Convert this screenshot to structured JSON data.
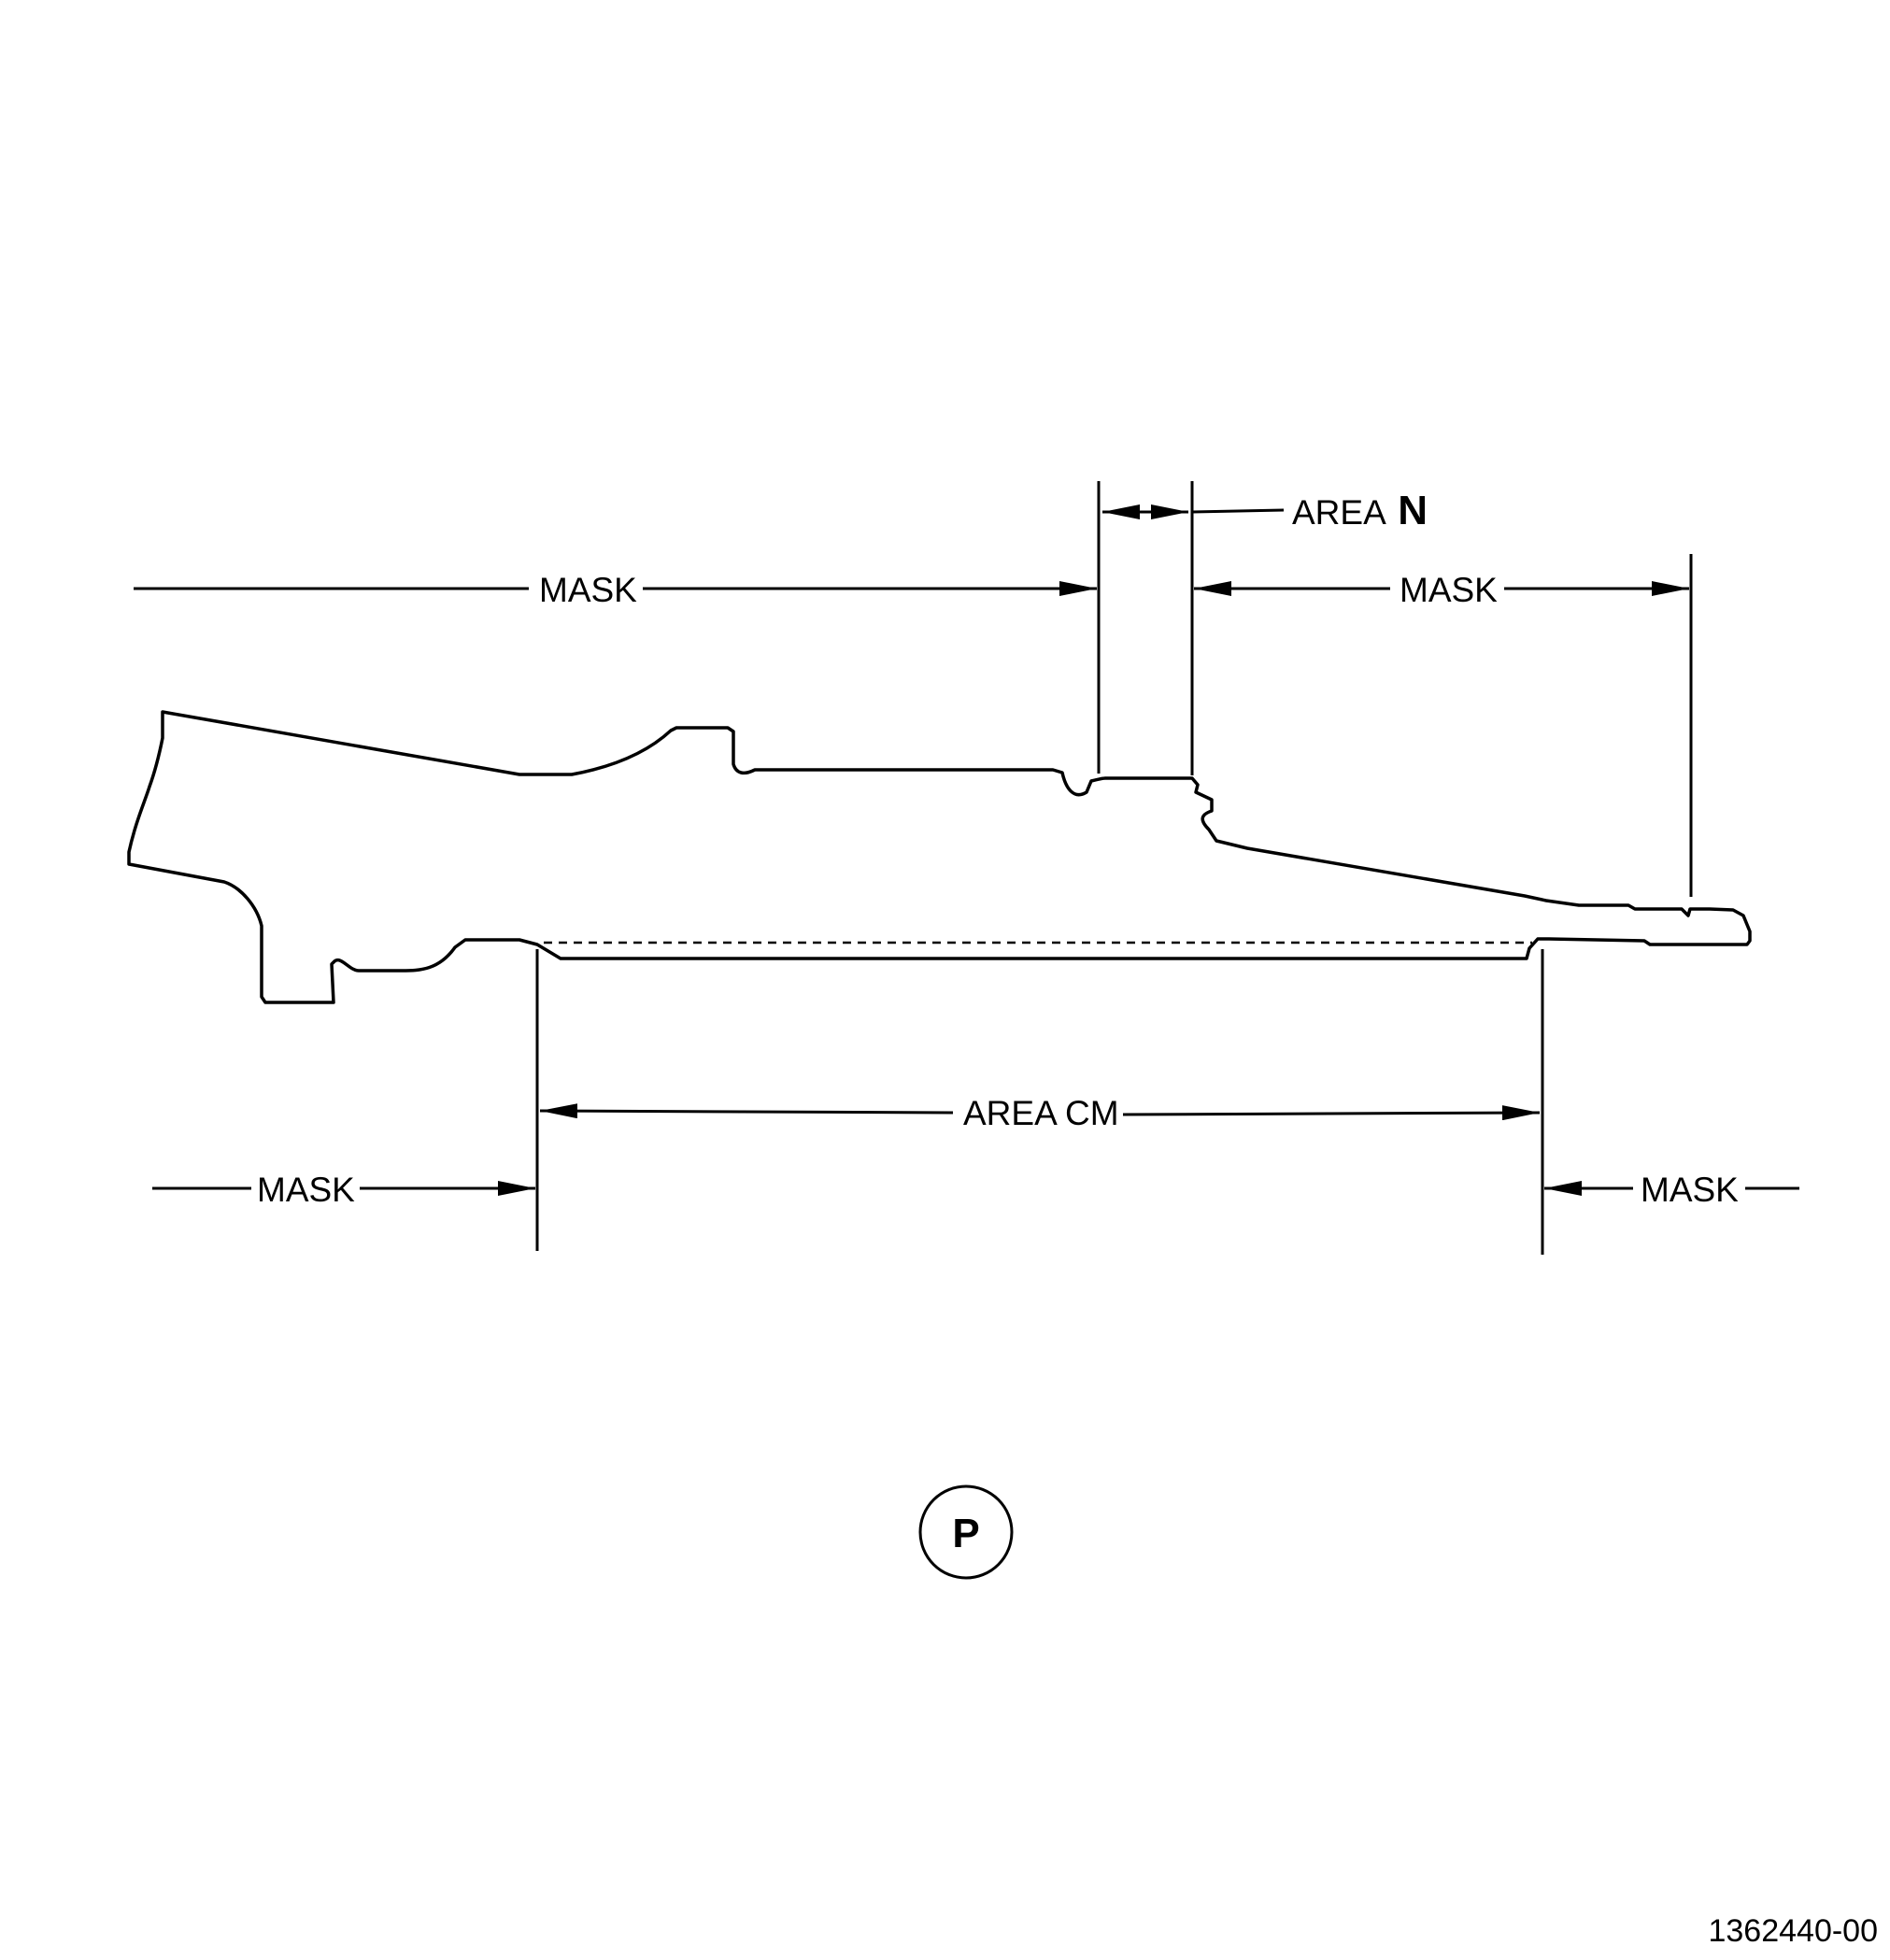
{
  "colors": {
    "ink": "#000000",
    "background": "#ffffff"
  },
  "labels": {
    "mask_upper_left": "MASK",
    "mask_upper_right": "MASK",
    "area_n_prefix": "AREA",
    "area_n_letter": "N",
    "area_cm": "AREA CM",
    "mask_lower_left": "MASK",
    "mask_lower_right": "MASK"
  },
  "view_indicator": "P",
  "figure_number": "1362440-00"
}
